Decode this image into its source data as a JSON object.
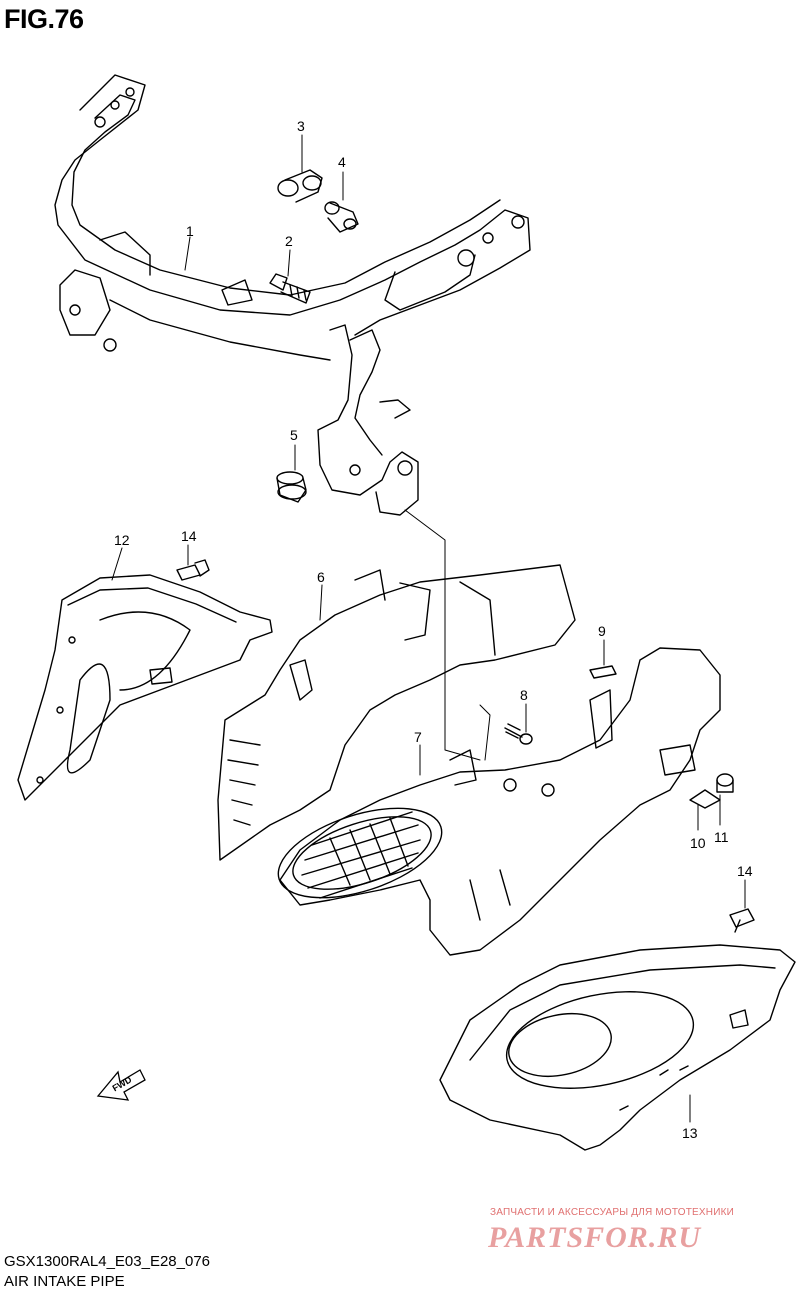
{
  "figure": {
    "title": "FIG.76",
    "model_code": "GSX1300RAL4_E03_E28_076",
    "caption": "AIR INTAKE PIPE"
  },
  "callouts": [
    "1",
    "2",
    "3",
    "4",
    "5",
    "6",
    "7",
    "8",
    "9",
    "10",
    "11",
    "12",
    "13",
    "14",
    "14"
  ],
  "fwd_label": "FWD",
  "watermark": {
    "slogan": "ЗАПЧАСТИ И АКСЕССУАРЫ ДЛЯ МОТОТЕХНИКИ",
    "site": "PARTSFOR.RU",
    "color": "#e07070"
  }
}
